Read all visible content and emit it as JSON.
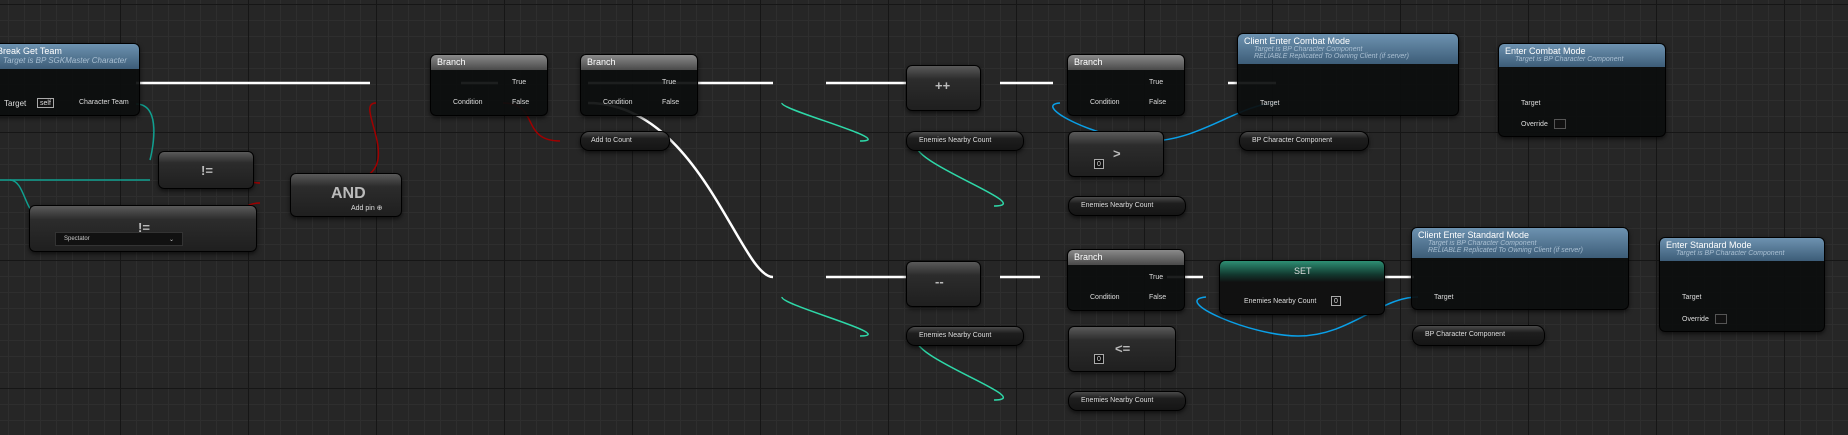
{
  "get_team": {
    "title": "Break Get Team",
    "subtitle": "Target is BP SGKMaster Character",
    "target_label": "Target",
    "target_value": "self",
    "output": "Character Team"
  },
  "ne1": {
    "op": "!="
  },
  "ne2": {
    "op": "!=",
    "enum_value": "Spectator"
  },
  "and": {
    "op": "AND",
    "add_pin": "Add pin ⊕"
  },
  "branches": [
    {
      "title": "Branch",
      "condition": "Condition",
      "true": "True",
      "false": "False"
    },
    {
      "title": "Branch",
      "condition": "Condition",
      "true": "True",
      "false": "False"
    },
    {
      "title": "Branch",
      "condition": "Condition",
      "true": "True",
      "false": "False"
    },
    {
      "title": "Branch",
      "condition": "Condition",
      "true": "True",
      "false": "False"
    }
  ],
  "add_to_count": "Add to Count",
  "inc": {
    "op": "++"
  },
  "dec": {
    "op": "--"
  },
  "gt": {
    "op": ">",
    "value": "0"
  },
  "le": {
    "op": "<=",
    "value": "0"
  },
  "var_name": "Enemies Nearby Count",
  "set": {
    "title": "SET",
    "var": "Enemies Nearby Count",
    "value": "0"
  },
  "component": "BP Character Component",
  "client_combat": {
    "title": "Client Enter Combat Mode",
    "sub1": "Target is BP Character Component",
    "sub2": "RELIABLE Replicated To Owning Client (if server)",
    "target": "Target"
  },
  "enter_combat": {
    "title": "Enter Combat Mode",
    "sub1": "Target is BP Character Component",
    "target": "Target",
    "override": "Override"
  },
  "client_standard": {
    "title": "Client Enter Standard Mode",
    "sub1": "Target is BP Character Component",
    "sub2": "RELIABLE Replicated To Owning Client (if server)",
    "target": "Target"
  },
  "enter_standard": {
    "title": "Enter Standard Mode",
    "sub1": "Target is BP Character Component",
    "target": "Target",
    "override": "Override"
  },
  "colors": {
    "exec": "#ffffff",
    "bool": "#a00000",
    "byte": "#10a090",
    "int": "#2ed8a8",
    "object": "#0aa0e8"
  }
}
